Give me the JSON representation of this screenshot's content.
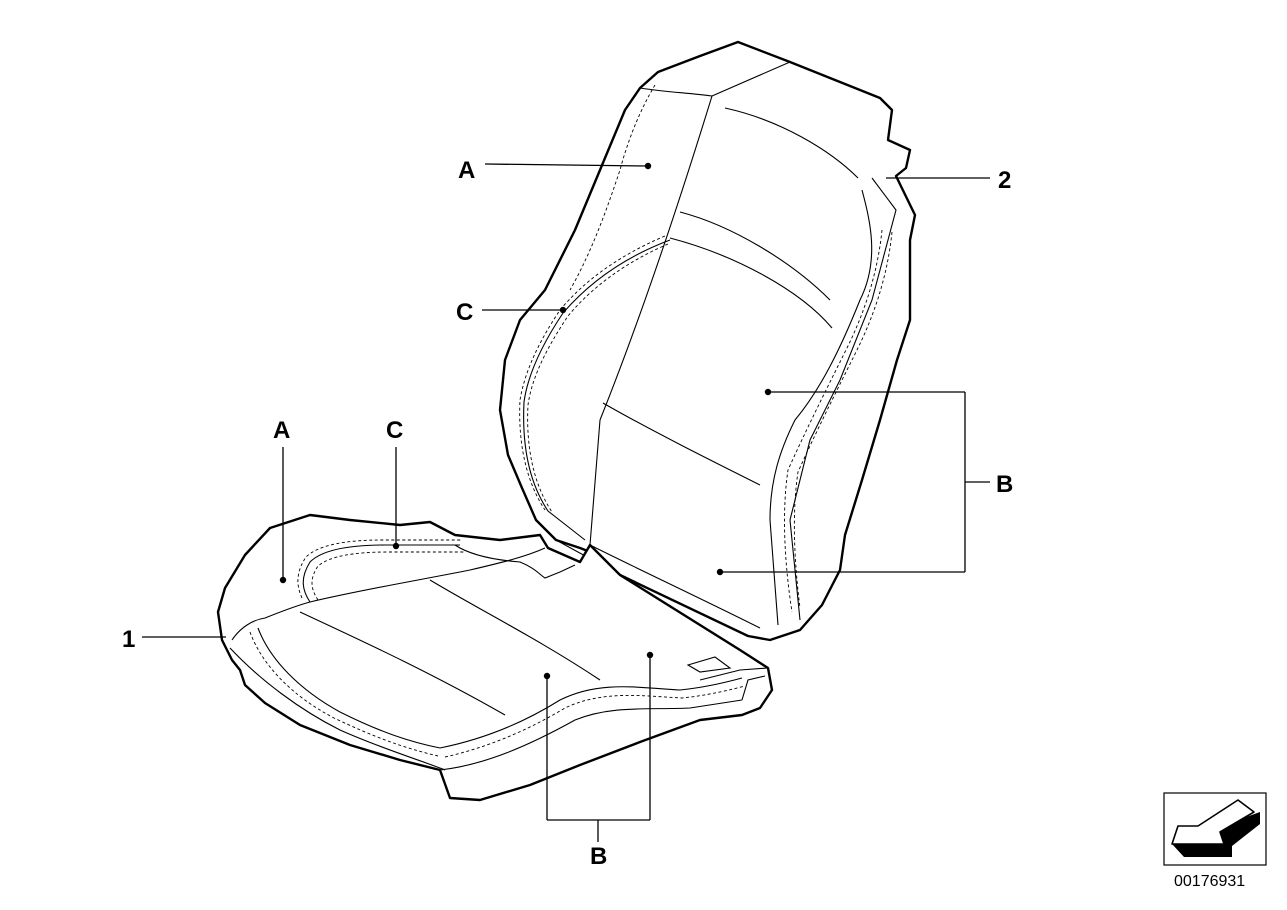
{
  "callouts": {
    "backrest_a": "A",
    "backrest_c": "C",
    "backrest_b": "B",
    "backrest_part": "2",
    "cushion_a": "A",
    "cushion_c": "C",
    "cushion_b": "B",
    "cushion_part": "1"
  },
  "reference_number": "00176931",
  "nav_icon": "arrow-down-left-icon"
}
